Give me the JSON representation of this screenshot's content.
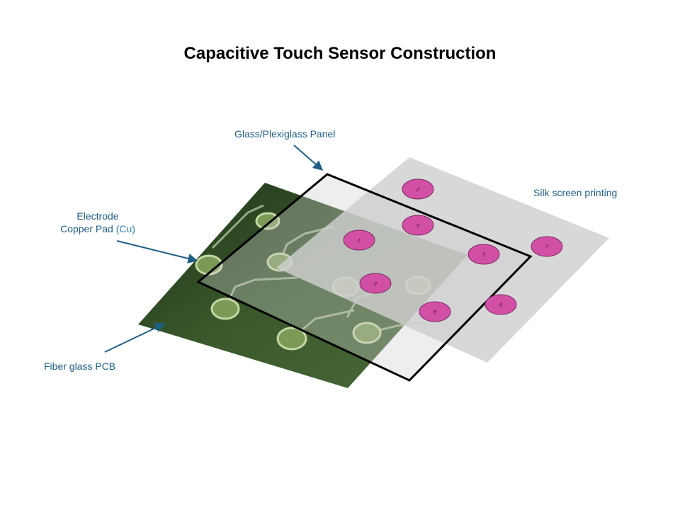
{
  "title": "Capacitive Touch Sensor Construction",
  "labels": {
    "glass_panel": "Glass/Plexiglass Panel",
    "silk_screen": "Silk screen printing",
    "electrode_line1": "Electrode",
    "electrode_line2": "Copper Pad",
    "electrode_unit": "(Cu)",
    "pcb": "Fiber glass PCB"
  },
  "silk_buttons": [
    "1",
    "2",
    "3",
    "4",
    "5",
    "6",
    "7",
    "8"
  ],
  "colors": {
    "label_text": "#1f5f86",
    "arrow": "#1f5f86",
    "pcb_green": "#2f4a22",
    "silk_gray": "#d0d0d0",
    "button_magenta": "#d150a5",
    "frame": "#000000"
  }
}
